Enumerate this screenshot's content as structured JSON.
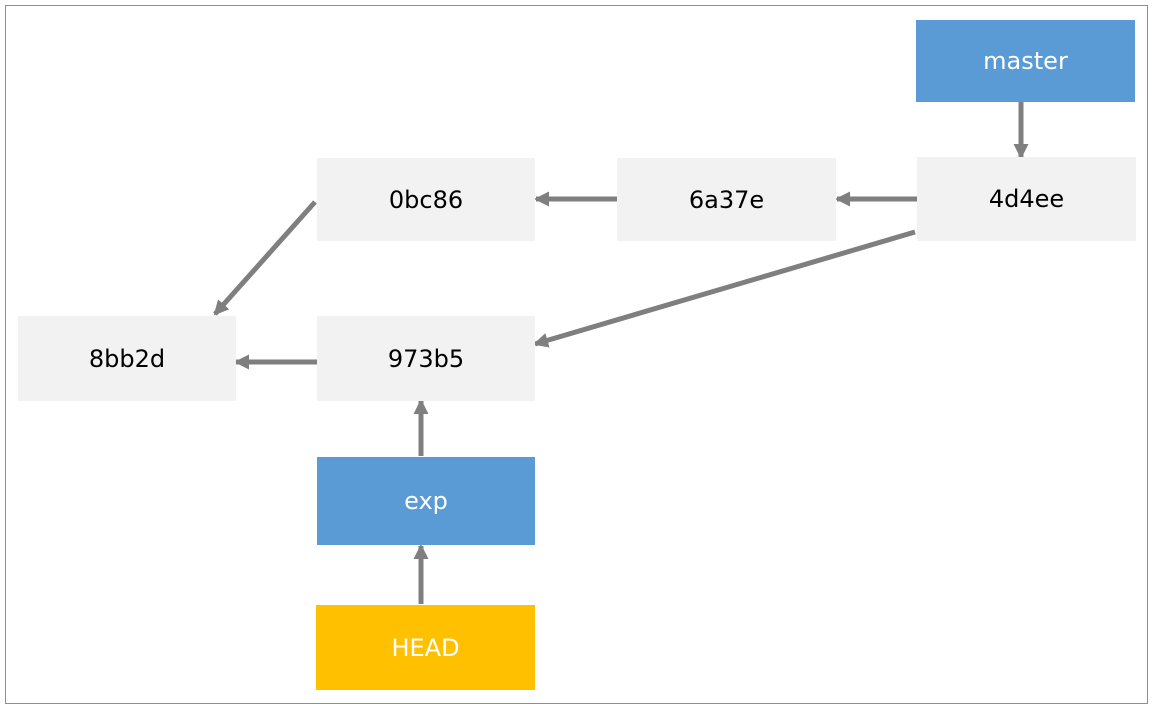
{
  "commits": {
    "c_8bb2d": "8bb2d",
    "c_0bc86": "0bc86",
    "c_6a37e": "6a37e",
    "c_4d4ee": "4d4ee",
    "c_973b5": "973b5"
  },
  "refs": {
    "master": "master",
    "exp": "exp",
    "head": "HEAD"
  },
  "colors": {
    "commit_fill": "#f2f2f2",
    "branch_fill": "#5b9bd5",
    "head_fill": "#ffc000",
    "arrow": "#7f7f7f",
    "frame_border": "#70ad47"
  },
  "edges": [
    {
      "from": "master",
      "to": "4d4ee"
    },
    {
      "from": "4d4ee",
      "to": "6a37e"
    },
    {
      "from": "6a37e",
      "to": "0bc86"
    },
    {
      "from": "0bc86",
      "to": "8bb2d"
    },
    {
      "from": "4d4ee",
      "to": "973b5"
    },
    {
      "from": "973b5",
      "to": "8bb2d"
    },
    {
      "from": "exp",
      "to": "973b5"
    },
    {
      "from": "HEAD",
      "to": "exp"
    }
  ]
}
